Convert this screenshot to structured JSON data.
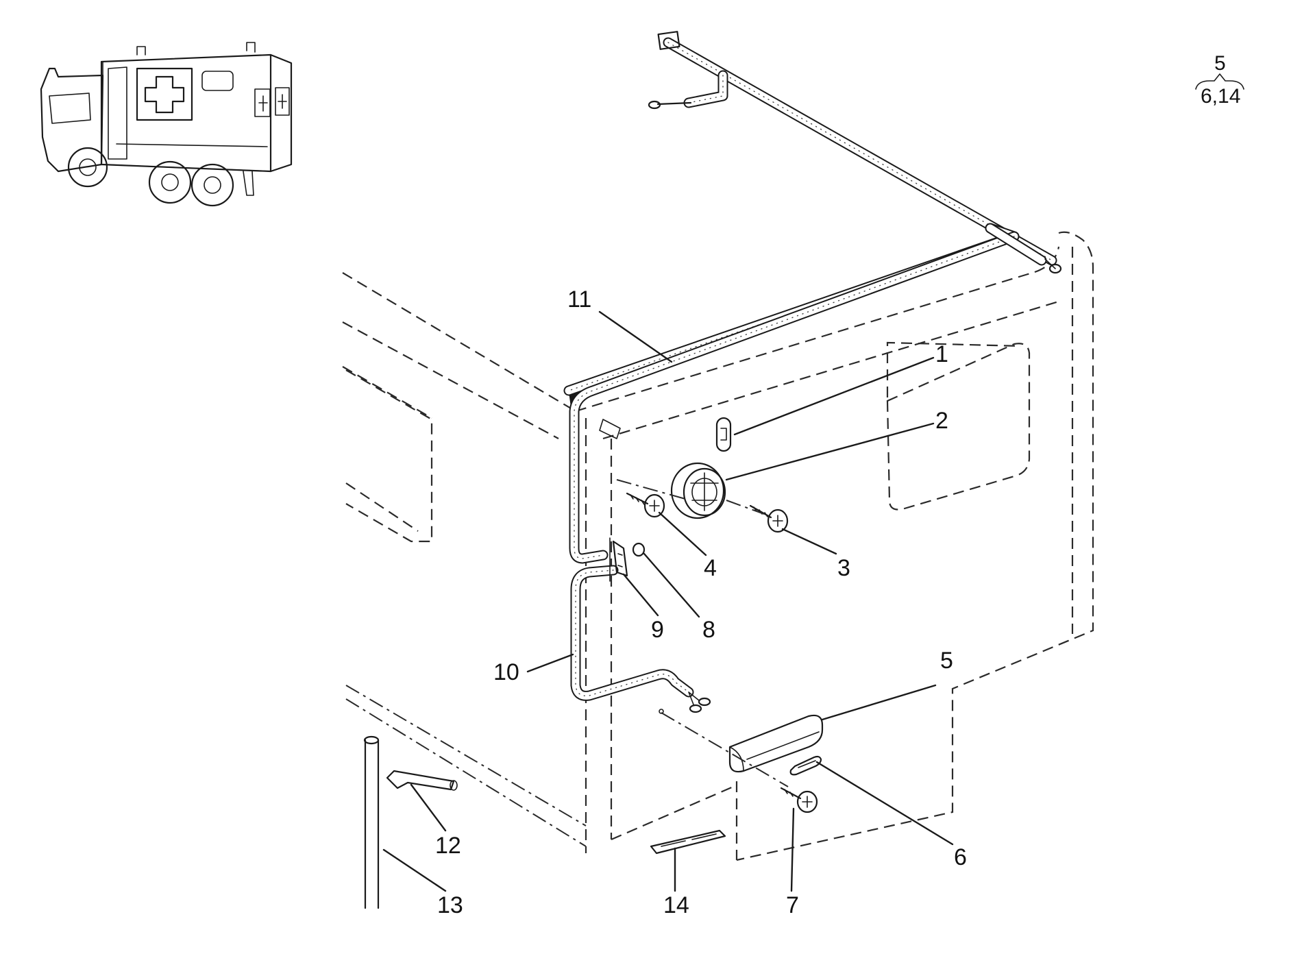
{
  "callouts": [
    {
      "id": "1",
      "label": "1"
    },
    {
      "id": "2",
      "label": "2"
    },
    {
      "id": "3",
      "label": "3"
    },
    {
      "id": "4",
      "label": "4"
    },
    {
      "id": "5",
      "label": "5"
    },
    {
      "id": "6",
      "label": "6"
    },
    {
      "id": "7",
      "label": "7"
    },
    {
      "id": "8",
      "label": "8"
    },
    {
      "id": "9",
      "label": "9"
    },
    {
      "id": "10",
      "label": "10"
    },
    {
      "id": "11",
      "label": "11"
    },
    {
      "id": "12",
      "label": "12"
    },
    {
      "id": "13",
      "label": "13"
    },
    {
      "id": "14",
      "label": "14"
    }
  ],
  "assembly_reference": {
    "parent": "5",
    "children": "6,14"
  },
  "thumbnail": {
    "icon": "ambulance-truck-icon"
  },
  "colors": {
    "line": "#1a1a1a",
    "background": "#ffffff"
  }
}
